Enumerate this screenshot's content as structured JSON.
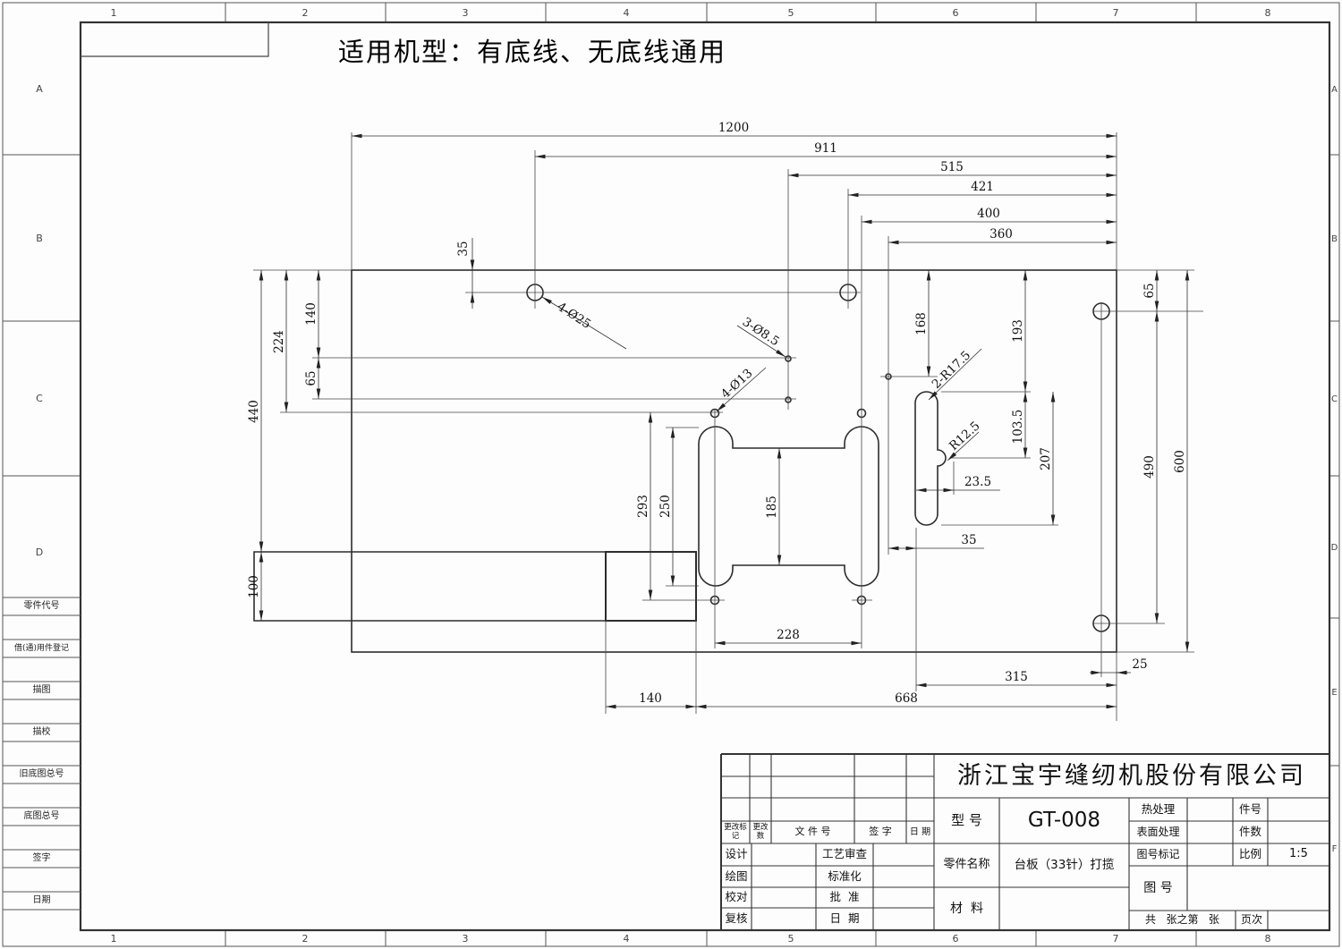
{
  "page": {
    "title": "适用机型：有底线、无底线通用"
  },
  "zones": {
    "cols": [
      "1",
      "2",
      "3",
      "4",
      "5",
      "6",
      "7",
      "8"
    ],
    "rows_left": [
      "A",
      "B",
      "C",
      "D"
    ],
    "rows_right": [
      "A",
      "B",
      "C",
      "D",
      "E",
      "F"
    ]
  },
  "side_labels": [
    "零件代号",
    "借(通)用件登记",
    "描图",
    "描校",
    "旧底图总号",
    "底图总号",
    "签字",
    "日期"
  ],
  "dims": {
    "top": {
      "d1200": "1200",
      "d911": "911",
      "d515": "515",
      "d421": "421",
      "d400": "400",
      "d360": "360"
    },
    "left": {
      "d35": "35",
      "d224": "224",
      "d140": "140",
      "d65": "65",
      "d440": "440",
      "d100": "100",
      "d293": "293",
      "d250": "250",
      "d185": "185"
    },
    "bottom": {
      "d228": "228",
      "d140": "140",
      "d668": "668",
      "d315": "315",
      "d25": "25"
    },
    "right": {
      "d65": "65",
      "d490": "490",
      "d600": "600",
      "d168": "168",
      "d193": "193",
      "d103_5": "103.5",
      "d207": "207",
      "d23_5": "23.5",
      "d35": "35"
    }
  },
  "hole_labels": {
    "holes25": "4-Ø25",
    "holes85": "3-Ø8.5",
    "holes13": "4-Ø13",
    "r175": "2-R17.5",
    "r125": "R12.5"
  },
  "titleblock": {
    "company": "浙江宝宇缝纫机股份有限公司",
    "rev_header": {
      "change_mark": "更改标记",
      "change_count": "更改数",
      "file_no": "文 件 号",
      "sign": "签 字",
      "date": "日 期"
    },
    "row_design": "设计",
    "row_draw": "绘图",
    "row_check": "校对",
    "row_recheck": "复核",
    "row_process": "工艺审查",
    "row_standard": "标准化",
    "row_approve": "批  准",
    "row_date": "日  期",
    "model_label": "型 号",
    "model_value": "GT-008",
    "part_label": "零件名称",
    "part_value": "台板（33针）打揽",
    "material_label": "材  料",
    "heat_label": "热处理",
    "surface_label": "表面处理",
    "mark_label": "图号标记",
    "drawno_label": "图 号",
    "partno_label": "件号",
    "qty_label": "件数",
    "scale_label": "比例",
    "scale_value": "1:5",
    "sheet_label": "共   张之第   张",
    "page_label": "页次"
  }
}
